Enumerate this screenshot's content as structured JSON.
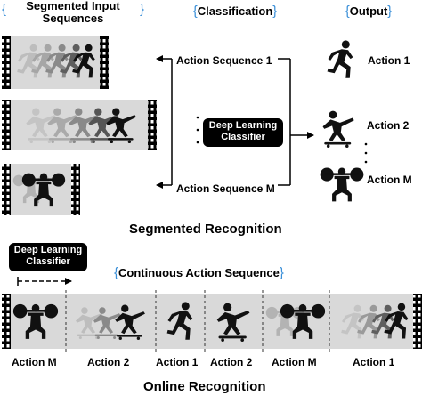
{
  "headers": {
    "input": "Segmented Input\nSequences",
    "classification": "Classification",
    "output": "Output"
  },
  "segmented": {
    "sequence_1_label": "Action Sequence 1",
    "sequence_m_label": "Action Sequence M",
    "classifier_label": "Deep Learning\nClassifier",
    "outputs": [
      "Action 1",
      "Action 2",
      "Action M"
    ],
    "title": "Segmented Recognition"
  },
  "online": {
    "classifier_label": "Deep Learning\nClassifier",
    "continuous_label": "Continuous Action Sequence",
    "segment_labels": [
      "Action M",
      "Action 2",
      "Action 1",
      "Action 2",
      "Action M",
      "Action 1"
    ],
    "title": "Online Recognition"
  },
  "colors": {
    "brace": "#3a8fd8",
    "frame_bg": "#d9d9d9",
    "figure": "#111111",
    "ghost": "#a8a8a8"
  },
  "icons": [
    "runner-icon",
    "skateboarder-icon",
    "weightlifter-icon",
    "film-strip-icon",
    "arrow-icon",
    "brace-icon"
  ]
}
